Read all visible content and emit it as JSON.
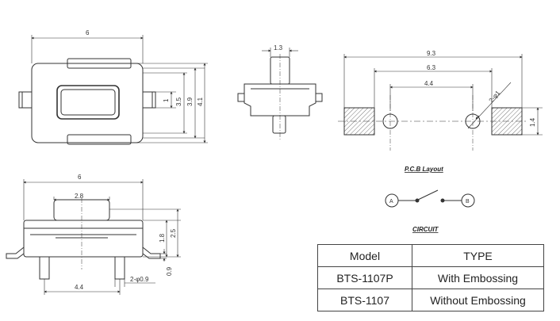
{
  "top_view": {
    "width_label": "6",
    "dims_right": [
      "1",
      "3.5",
      "3.9",
      "4.1"
    ]
  },
  "side_view": {
    "width_label": "1.3"
  },
  "pcb_layout": {
    "dims_top": [
      "9.3",
      "6.3",
      "4.4"
    ],
    "hole_label": "2-φ1",
    "pad_height_label": "1.4",
    "caption": "P.C.B Layout"
  },
  "front_view": {
    "width_label": "6",
    "inner_label": "2.8",
    "height_labels": [
      "1.8",
      "2.5"
    ],
    "lead_label": "0.9",
    "pin_label": "2-φ0.9",
    "pitch_label": "4.4"
  },
  "circuit": {
    "caption": "CIRCUIT",
    "terminal_a": "A",
    "terminal_b": "B"
  },
  "spec_table": {
    "headers": [
      "Model",
      "TYPE"
    ],
    "rows": [
      [
        "BTS-1107P",
        "With Embossing"
      ],
      [
        "BTS-1107",
        "Without Embossing"
      ]
    ]
  }
}
